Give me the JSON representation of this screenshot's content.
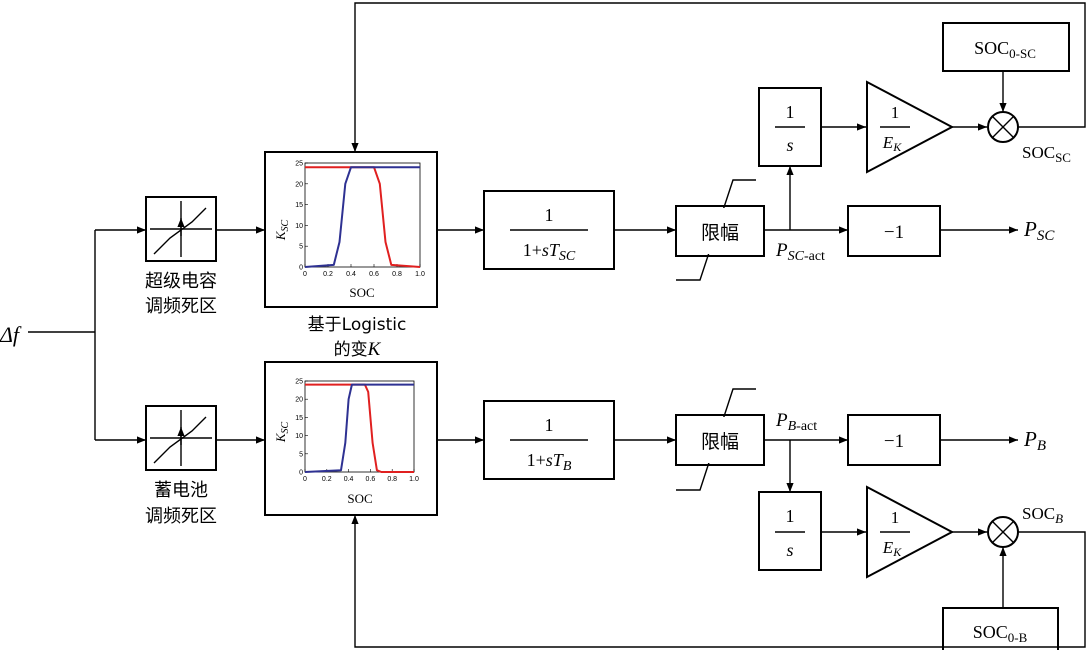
{
  "input": {
    "label": "Δf"
  },
  "deadband_sc": {
    "line1": "超级电容",
    "line2": "调频死区"
  },
  "deadband_b": {
    "line1": "蓄电池",
    "line2": "调频死区"
  },
  "logistic_caption": {
    "line1": "基于Logistic",
    "line2_prefix": "的变",
    "line2_var": "K"
  },
  "plot_sc": {
    "ylabel_main": "K",
    "ylabel_sub": "SC",
    "xlabel": "SOC",
    "yticks": [
      "0",
      "5",
      "10",
      "15",
      "20",
      "25"
    ],
    "xticks": [
      "0",
      "0.2",
      "0.4",
      "0.6",
      "0.8",
      "1.0"
    ]
  },
  "plot_b": {
    "ylabel_main": "K",
    "ylabel_sub": "SC",
    "xlabel": "SOC",
    "yticks": [
      "0",
      "5",
      "10",
      "15",
      "20",
      "25"
    ],
    "xticks": [
      "0",
      "0.2",
      "0.4",
      "0.6",
      "0.8",
      "1.0"
    ]
  },
  "lag_sc": {
    "num": "1",
    "den_prefix": "1+",
    "den_s": "s",
    "den_T": "T",
    "den_sub": "SC"
  },
  "lag_b": {
    "num": "1",
    "den_prefix": "1+",
    "den_s": "s",
    "den_T": "T",
    "den_sub": "B"
  },
  "limiter_sc": {
    "label": "限幅"
  },
  "limiter_b": {
    "label": "限幅"
  },
  "gain_sc": {
    "label": "−1"
  },
  "gain_b": {
    "label": "−1"
  },
  "integ_sc": {
    "num": "1",
    "den": "s"
  },
  "integ_b": {
    "num": "1",
    "den": "s"
  },
  "ek_sc": {
    "num": "1",
    "den_main": "E",
    "den_sub": "K"
  },
  "ek_b": {
    "num": "1",
    "den_main": "E",
    "den_sub": "K"
  },
  "soc0_sc": {
    "main": "SOC",
    "sub": "0-SC"
  },
  "soc0_b": {
    "main": "SOC",
    "sub": "0-B"
  },
  "signals": {
    "p_sc_act_main": "P",
    "p_sc_act_sub": "SC",
    "p_sc_act_suffix": "-act",
    "p_b_act_main": "P",
    "p_b_act_sub": "B",
    "p_b_act_suffix": "-act",
    "p_sc_main": "P",
    "p_sc_sub": "SC",
    "p_b_main": "P",
    "p_b_sub": "B",
    "soc_sc_main": "SOC",
    "soc_sc_sub": "SC",
    "soc_b_main": "SOC",
    "soc_b_sub": "B"
  },
  "chart_data": [
    {
      "type": "line",
      "xlabel": "SOC",
      "ylabel": "K_SC",
      "xlim": [
        0,
        1.0
      ],
      "ylim": [
        0,
        25
      ],
      "series": [
        {
          "x": [
            0,
            0.3,
            0.35,
            0.4,
            0.45,
            0.5,
            0.55,
            0.6,
            0.65,
            0.7,
            0.75,
            1.0
          ],
          "y": [
            24,
            24,
            24,
            24,
            24,
            24,
            24,
            24,
            20,
            6,
            0.5,
            0
          ]
        },
        {
          "x": [
            0,
            0.25,
            0.3,
            0.35,
            0.4,
            0.45,
            0.5,
            0.6,
            0.8,
            1.0
          ],
          "y": [
            0,
            0.5,
            6,
            20,
            24,
            24,
            24,
            24,
            24,
            24
          ]
        }
      ]
    },
    {
      "type": "line",
      "xlabel": "SOC",
      "ylabel": "K_SC",
      "xlim": [
        0,
        1.0
      ],
      "ylim": [
        0,
        25
      ],
      "series": [
        {
          "x": [
            0,
            0.4,
            0.45,
            0.5,
            0.55,
            0.58,
            0.62,
            0.66,
            0.7,
            1.0
          ],
          "y": [
            24,
            24,
            24,
            24,
            24,
            22,
            8,
            0.5,
            0,
            0
          ]
        },
        {
          "x": [
            0,
            0.33,
            0.37,
            0.4,
            0.43,
            0.47,
            0.5,
            0.7,
            1.0
          ],
          "y": [
            0,
            0.5,
            8,
            20,
            24,
            24,
            24,
            24,
            24
          ]
        }
      ]
    }
  ]
}
